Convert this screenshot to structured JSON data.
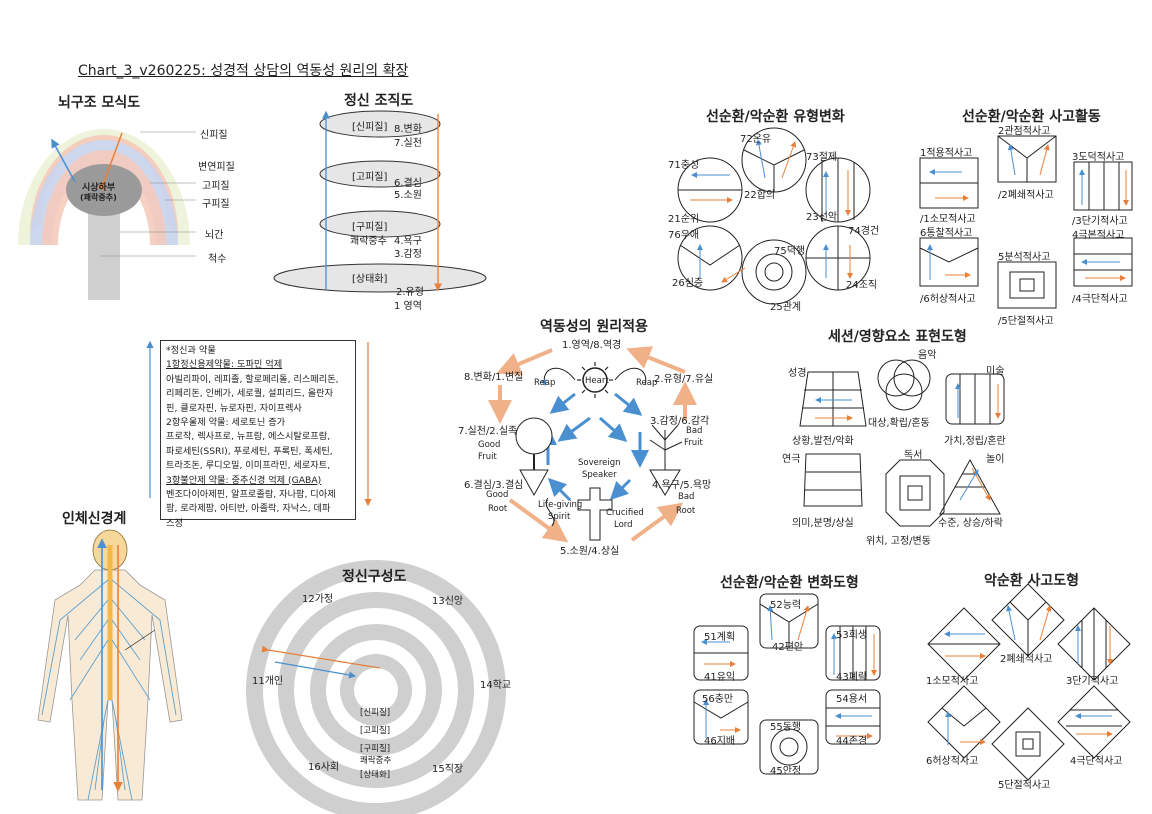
{
  "title": "Chart_3_v260225: 성경적 상담의 역동성 원리의 확장",
  "colors": {
    "blue": "#4a8fd0",
    "orange": "#e8803a",
    "lightorange": "#f0b088",
    "gray": "#cfcfcf",
    "ellipse": "#e6e6e6",
    "green": "#eef3dc",
    "pink": "#f4c9b8",
    "lav": "#c9d4ee"
  },
  "brain": {
    "title": "뇌구조 모식도",
    "center1": "시상하부",
    "center2": "(쾌락중추)",
    "labels": [
      "신피질",
      "변연피질",
      "고피질",
      "구피질",
      "뇌간",
      "척수"
    ]
  },
  "organization": {
    "title": "정신 조직도",
    "layers": [
      {
        "name": "[신피질]",
        "a": "8.변화",
        "b": "7.실천"
      },
      {
        "name": "[고피질]",
        "a": "6.결심",
        "b": "5.소원"
      },
      {
        "name": "[구피질]",
        "sub": "쾌락중추",
        "a": "4.욕구",
        "b": "3.감정"
      },
      {
        "name": "[상태화]",
        "a": "2.유형",
        "b": "1 영역"
      }
    ]
  },
  "drugs": {
    "lines": [
      "*정신과 약물",
      "1항정신용제약물: 도파민 억제",
      "아빌리파이, 레피졸, 할로페리돌, 리스페리돈,",
      "리페리돈, 인베가, 세로퀄, 설피리드, 올란자",
      "핀, 클로자핀, 뉴로자핀, 자이프렉사",
      "2항우울제 약물: 세로토닌 증가",
      "프로작, 렉사프로, 뉴프람, 에스시탈로프람,",
      "파로세틴(SSRI), 푸로세틴, 푸록틴, 폭세틴,",
      "트라조돈, 루디오밀, 이미프라민, 세로자트,",
      "3항불안제 약물: 중추신경 억제 (GABA)",
      "벤조다이아제핀, 알프로졸람, 자나팜, 디아제",
      "팜, 로라제팜, 아티반, 아졸락, 자낙스, 데파",
      "스정"
    ]
  },
  "nervous": {
    "title": "인체신경계"
  },
  "composition": {
    "title": "정신구성도",
    "labels": [
      "12가정",
      "13신앙",
      "11개인",
      "14학교",
      "16사회",
      "15직장"
    ],
    "inner": [
      "[신피질]",
      "[고피질]",
      "[구피질]",
      "쾌락중추",
      "[상태화]"
    ]
  },
  "dynamics": {
    "title": "역동성의 원리적용",
    "nodes": [
      "1.영역/8.역경",
      "8.변화/1.변질",
      "2.유형/7.유실",
      "7.실천/2.실족",
      "3.감정/6.감각",
      "6.결심/3.결심",
      "4.욕구/5.욕망",
      "5.소원/4.상실"
    ],
    "labels": [
      "Heart",
      "Reap",
      "Reap",
      "Good",
      "Fruit",
      "Bad",
      "Fruit",
      "Good",
      "Root",
      "Bad",
      "Root",
      "Sovereign",
      "Speaker",
      "Crucified",
      "Lord",
      "Life-giving",
      "Spirit"
    ]
  },
  "pattern_change": {
    "title": "선순환/악순환 유형변화",
    "labels": [
      "72온유",
      "71충성",
      "73절제",
      "22합의",
      "21순위",
      "23선악",
      "76우애",
      "74경건",
      "75덕행",
      "26심층",
      "24조직",
      "25관계"
    ]
  },
  "thinking": {
    "title": "선순환/악순환 사고활동",
    "labels": [
      "2관점적사고",
      "1적용적사고",
      "3도덕적사고",
      "/2폐쇄적사고",
      "/1소모적사고",
      "/3단기적사고",
      "6통찰적사고",
      "5분석적사고",
      "4극본적사고",
      "/6허상적사고",
      "/5단절적사고",
      "/4극단적사고"
    ]
  },
  "influence": {
    "title": "세션/영향요소  표현도형",
    "labels": [
      "음악",
      "성경",
      "미술",
      "대상,확립/혼동",
      "상황,발전/악화",
      "가치,정립/혼란",
      "연극",
      "독서",
      "놀이",
      "의미,분명/상실",
      "수준, 상승/하락",
      "위치, 고정/변동"
    ]
  },
  "change_shape": {
    "title": "선순환/악순환 변화도형",
    "labels": [
      "52능력",
      "51계획",
      "53희생",
      "42편안",
      "41유익",
      "43폐락",
      "56충만",
      "54용서",
      "55동행",
      "46지배",
      "44존경",
      "45안정"
    ]
  },
  "vicious": {
    "title": "악순환 사고도형",
    "labels": [
      "2폐쇄적사고",
      "1소모적사고",
      "3단기적사고",
      "6허상적사고",
      "4극단적사고",
      "5단절적사고"
    ]
  }
}
